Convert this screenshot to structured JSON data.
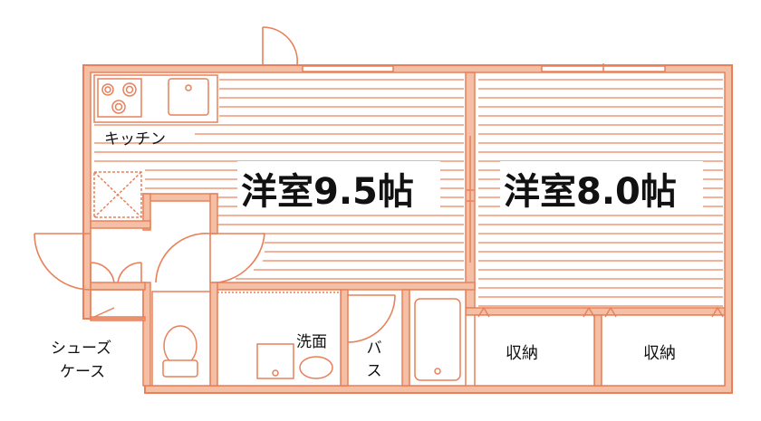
{
  "colors": {
    "wall": "#f4bfa5",
    "line": "#e8805a",
    "floor_hatch": "#ee9a78",
    "text": "#111111",
    "background": "#ffffff"
  },
  "rooms": {
    "western_room_1": {
      "label": "洋室9.5帖"
    },
    "western_room_2": {
      "label": "洋室8.0帖"
    }
  },
  "labels": {
    "kitchen": "キッチン",
    "shoe_case_line1": "シューズ",
    "shoe_case_line2": "ケース",
    "washroom": "洗面",
    "bath": "バス",
    "storage_left": "収納",
    "storage_right": "収納"
  },
  "icons": {
    "stove": "three-burner-stove-icon",
    "sink": "kitchen-sink-icon",
    "fridge_space": "refrigerator-space-icon",
    "toilet": "toilet-icon",
    "washbasin": "washbasin-icon",
    "bathtub": "bathtub-icon"
  }
}
